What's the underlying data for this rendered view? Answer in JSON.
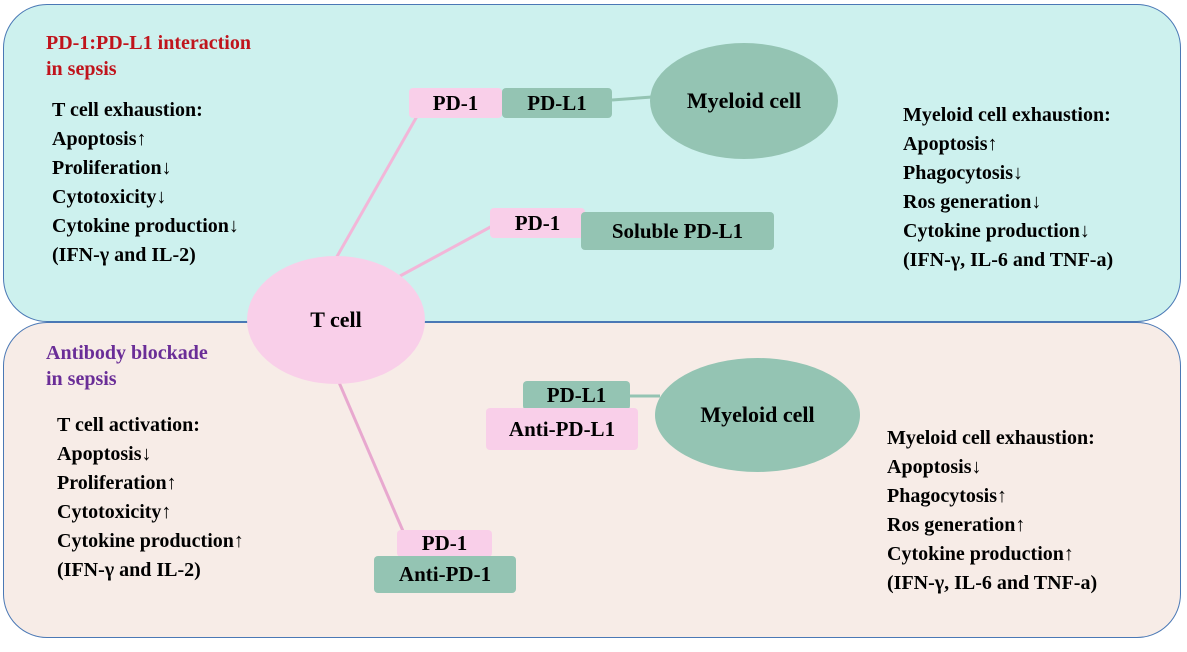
{
  "top_panel": {
    "title_line1": "PD-1:PD-L1 interaction",
    "title_line2": "in sepsis",
    "left_list": [
      "T cell exhaustion:",
      "Apoptosis↑",
      "Proliferation↓",
      "Cytotoxicity↓",
      "Cytokine production↓",
      "(IFN-γ and IL-2)"
    ],
    "right_list": [
      "Myeloid cell exhaustion:",
      "Apoptosis↑",
      "Phagocytosis↓",
      "Ros generation↓",
      "Cytokine production↓",
      "(IFN-γ, IL-6 and TNF-a)"
    ],
    "pd1_a": "PD-1",
    "pdl1_a": "PD-L1",
    "myeloid_a": "Myeloid cell",
    "pd1_b": "PD-1",
    "soluble_pdl1": "Soluble PD-L1"
  },
  "t_cell": "T cell",
  "bottom_panel": {
    "title_line1": "Antibody blockade",
    "title_line2": "in sepsis",
    "left_list": [
      "T cell activation:",
      "Apoptosis↓",
      "Proliferation↑",
      "Cytotoxicity↑",
      "Cytokine production↑",
      "(IFN-γ and IL-2)"
    ],
    "right_list": [
      "Myeloid cell exhaustion:",
      "Apoptosis↓",
      "Phagocytosis↑",
      "Ros generation↑",
      "Cytokine production↑",
      "(IFN-γ, IL-6 and TNF-a)"
    ],
    "pdl1_c": "PD-L1",
    "anti_pdl1": "Anti-PD-L1",
    "myeloid_b": "Myeloid cell",
    "pd1_c": "PD-1",
    "anti_pd1": "Anti-PD-1"
  },
  "colors": {
    "top_bg": "#cdf1ee",
    "bottom_bg": "#f7ece7",
    "border": "#4a78b5",
    "pink": "#f9cfe9",
    "green": "#94c4b3",
    "title_red": "#c0141c",
    "title_purple": "#6a2d97"
  }
}
